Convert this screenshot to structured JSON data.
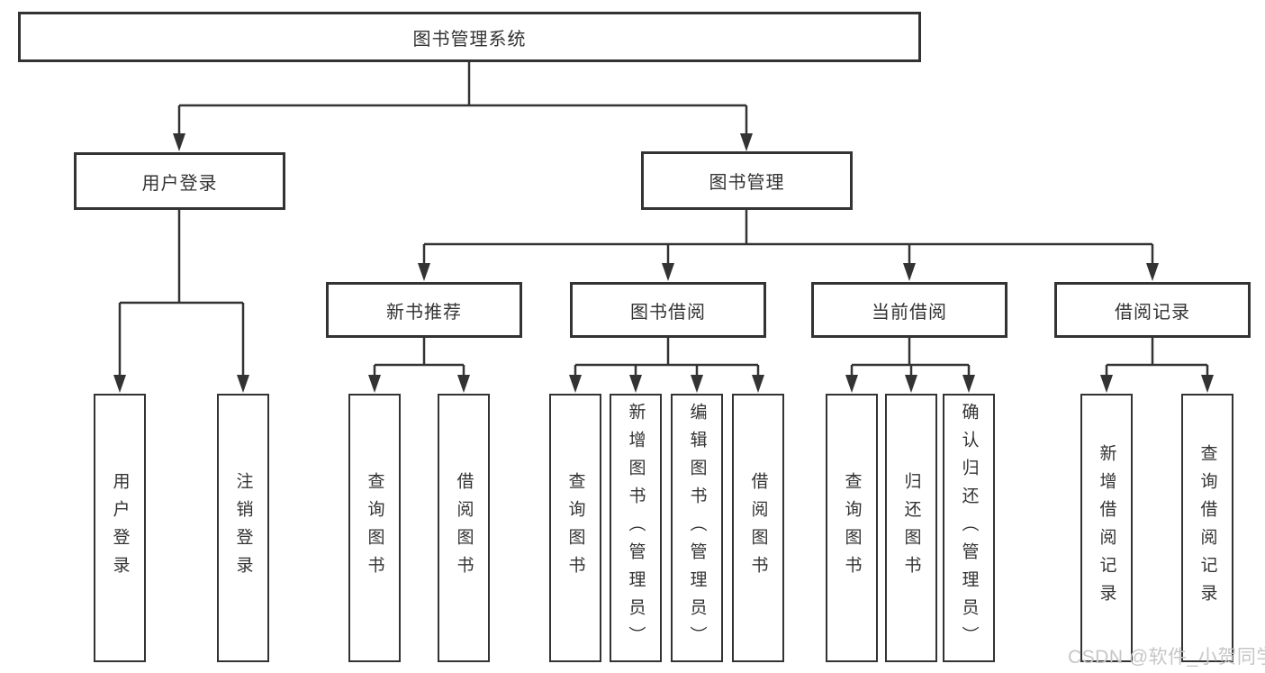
{
  "diagram": {
    "title": "图书管理系统",
    "type": "hierarchy-tree",
    "colors": {
      "line": "#333333",
      "box_border": "#333333",
      "text": "#333333",
      "background": "#ffffff",
      "watermark": "#c6c6c6"
    }
  },
  "nodes": {
    "root": "图书管理系统",
    "user_login": "用户登录",
    "book_mgmt": "图书管理",
    "new_books": "新书推荐",
    "book_borrow": "图书借阅",
    "current_borrow": "当前借阅",
    "borrow_records": "借阅记录",
    "v_user_login": "用户登录",
    "v_logout": "注销登录",
    "v_query_books_1": "查询图书",
    "v_borrow_books_1": "借阅图书",
    "v_query_books_2": "查询图书",
    "v_add_books": "新增图书（管理员）",
    "v_edit_books": "编辑图书（管理员）",
    "v_borrow_books_2": "借阅图书",
    "v_query_books_3": "查询图书",
    "v_return_books": "归还图书",
    "v_confirm_return": "确认归还（管理员）",
    "v_add_record": "新增借阅记录",
    "v_query_record": "查询借阅记录"
  },
  "hierarchy": {
    "图书管理系统": {
      "用户登录": [
        "用户登录",
        "注销登录"
      ],
      "图书管理": {
        "新书推荐": [
          "查询图书",
          "借阅图书"
        ],
        "图书借阅": [
          "查询图书",
          "新增图书（管理员）",
          "编辑图书（管理员）",
          "借阅图书"
        ],
        "当前借阅": [
          "查询图书",
          "归还图书",
          "确认归还（管理员）"
        ],
        "借阅记录": [
          "新增借阅记录",
          "查询借阅记录"
        ]
      }
    }
  },
  "watermark": "CSDN @软件_小贺同学"
}
